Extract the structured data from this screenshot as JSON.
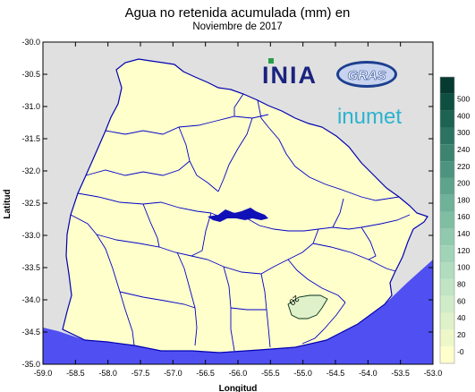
{
  "title": "Agua no retenida acumulada (mm) en",
  "subtitle": "Noviembre de 2017",
  "axes": {
    "xlabel": "Longitud",
    "ylabel": "Latitud",
    "xticks": [
      "-59.0",
      "-58.5",
      "-58.0",
      "-57.5",
      "-57.0",
      "-56.5",
      "-56.0",
      "-55.5",
      "-55.0",
      "-54.5",
      "-54.0",
      "-53.5",
      "-53.0"
    ],
    "yticks": [
      "-30.0",
      "-30.5",
      "-31.0",
      "-31.5",
      "-32.0",
      "-32.5",
      "-33.0",
      "-33.5",
      "-34.0",
      "-34.5",
      "-35.0"
    ]
  },
  "logos": {
    "inia": "INIA",
    "gras": "GRAS",
    "inumet": "inumet"
  },
  "legend": {
    "levels": [
      "-0",
      "20",
      "40",
      "60",
      "80",
      "100",
      "120",
      "140",
      "160",
      "180",
      "200",
      "220",
      "240",
      "300",
      "400",
      "500"
    ],
    "colors": [
      "#ffffcc",
      "#eef7c8",
      "#dff1c8",
      "#d0ebc8",
      "#c0e4c4",
      "#b1dcbe",
      "#a1d3b7",
      "#91c9ae",
      "#80bea4",
      "#6fb199",
      "#5ea38c",
      "#4d947e",
      "#3c8470",
      "#2c7461",
      "#1d6352",
      "#0e4f41",
      "#063a30"
    ]
  },
  "colors": {
    "ocean": "#5050f2",
    "land": "#ffffcc",
    "background": "#e0e0e0",
    "rivers": "#0000c8"
  },
  "contour_label": "20"
}
